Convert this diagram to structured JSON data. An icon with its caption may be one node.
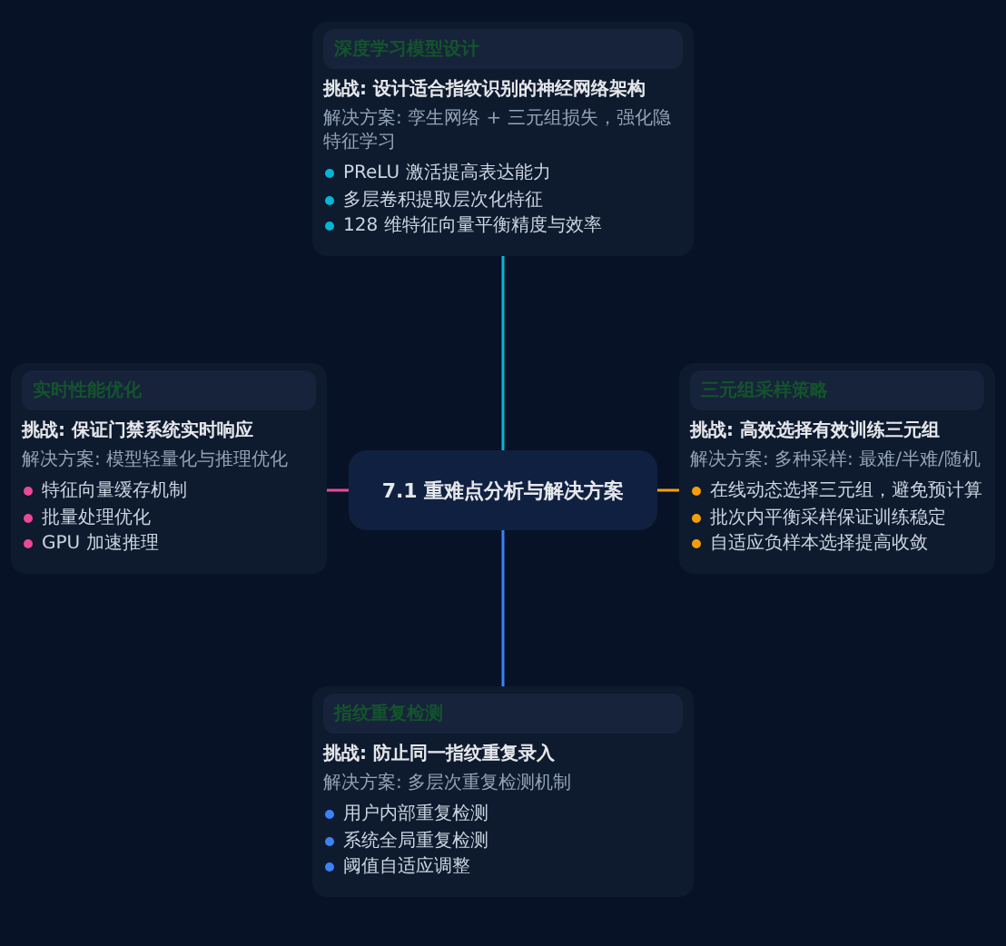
{
  "diagram": {
    "nodes": [
      {
        "text": [
          "7.1 重难点分析与解决方案"
        ]
      },
      {
        "text": [
          "深度学习模型设计",
          "挑战: 设计适合指纹识别的神经网络架构",
          "解决方案: 孪生网络 + 三元组损失，强化隐特征学习",
          "PReLU 激活提高表达能力",
          "多层卷积提取层次化特征",
          "128 维特征向量平衡精度与效率"
        ]
      },
      {
        "text": [
          "实时性能优化",
          "挑战: 保证门禁系统实时响应",
          "解决方案: 模型轻量化与推理优化",
          "特征向量缓存机制",
          "批量处理优化",
          "GPU 加速推理"
        ]
      },
      {
        "text": [
          "三元组采样策略",
          "挑战: 高效选择有效训练三元组",
          "解决方案: 多种采样: 最难/半难/随机",
          "在线动态选择三元组，避免预计算",
          "批次内平衡采样保证训练稳定",
          "自适应负样本选择提高收敛"
        ]
      },
      {
        "text": [
          "指纹重复检测",
          "挑战: 防止同一指纹重复录入",
          "解决方案: 多层次重复检测机制",
          "用户内部重复检测",
          "系统全局重复检测",
          "阈值自适应调整"
        ]
      }
    ],
    "edges": [
      {
        "from": 0,
        "to": 1,
        "arrow": "none",
        "color": "#06b6d4"
      },
      {
        "from": 0,
        "to": 2,
        "arrow": "none",
        "color": "#ec4899"
      },
      {
        "from": 0,
        "to": 3,
        "arrow": "none",
        "color": "#f59e0b"
      },
      {
        "from": 0,
        "to": 4,
        "arrow": "none",
        "color": "#3b82f6"
      }
    ]
  }
}
